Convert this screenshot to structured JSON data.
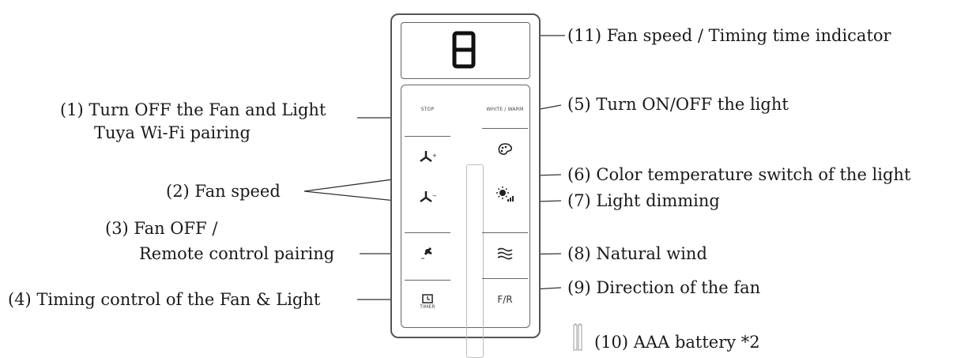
{
  "labels": {
    "l1_line1": "(1) Turn OFF the Fan and Light",
    "l1_line2": "Tuya Wi-Fi pairing",
    "l2": "(2) Fan speed",
    "l3_line1": "(3) Fan OFF /",
    "l3_line2": "Remote control pairing",
    "l4": "(4) Timing control of the Fan & Light",
    "l5": "(5) Turn ON/OFF the light",
    "l6": "(6) Color temperature switch of the light",
    "l7": "(7) Light dimming",
    "l8": "(8) Natural wind",
    "l9": "(9) Direction of the fan",
    "l10": "(10) AAA battery *2",
    "l11": "(11) Fan speed / Timing time indicator"
  },
  "remote": {
    "display_digit": "8",
    "fr_label": "F/R",
    "stop_label": "STOP",
    "light_label": "WHITE / WARM",
    "timer_label": "TIMER"
  },
  "icons": {
    "fan_speed": "fan-icon",
    "fan_off": "fan-off-icon",
    "timer": "timer-icon",
    "color_temp": "palette-icon",
    "dimming": "brightness-icon",
    "natural_wind": "wind-waves-icon",
    "battery": "battery-icon"
  },
  "colors": {
    "line": "#333333",
    "outline": "#555555"
  }
}
